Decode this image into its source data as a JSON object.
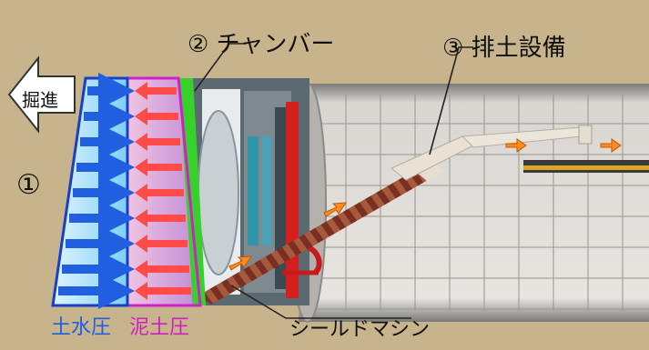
{
  "labels": {
    "advance": "掘進",
    "circle1": "①",
    "chamber": "② チャンバー",
    "soil_removal": "③ 排土設備",
    "water_pressure": "土水圧",
    "mud_pressure": "泥土圧",
    "shield_machine": "シールドマシン"
  },
  "colors": {
    "ground": "#c9b58e",
    "water_arrow": "#1f5fe0",
    "water_zone": "#8fd6ff",
    "mud_arrow": "#ff3b3b",
    "mud_zone": "#e07bd8",
    "chamber_green": "#39d12b",
    "tunnel_segment": "#e6e2de",
    "screw_conveyor": "#8a3b2b",
    "flow_arrow": "#ff8a1e"
  },
  "icons": {
    "advance_arrow": "left-arrow-icon",
    "flow_arrows": "orange-flow-arrow-icon"
  }
}
